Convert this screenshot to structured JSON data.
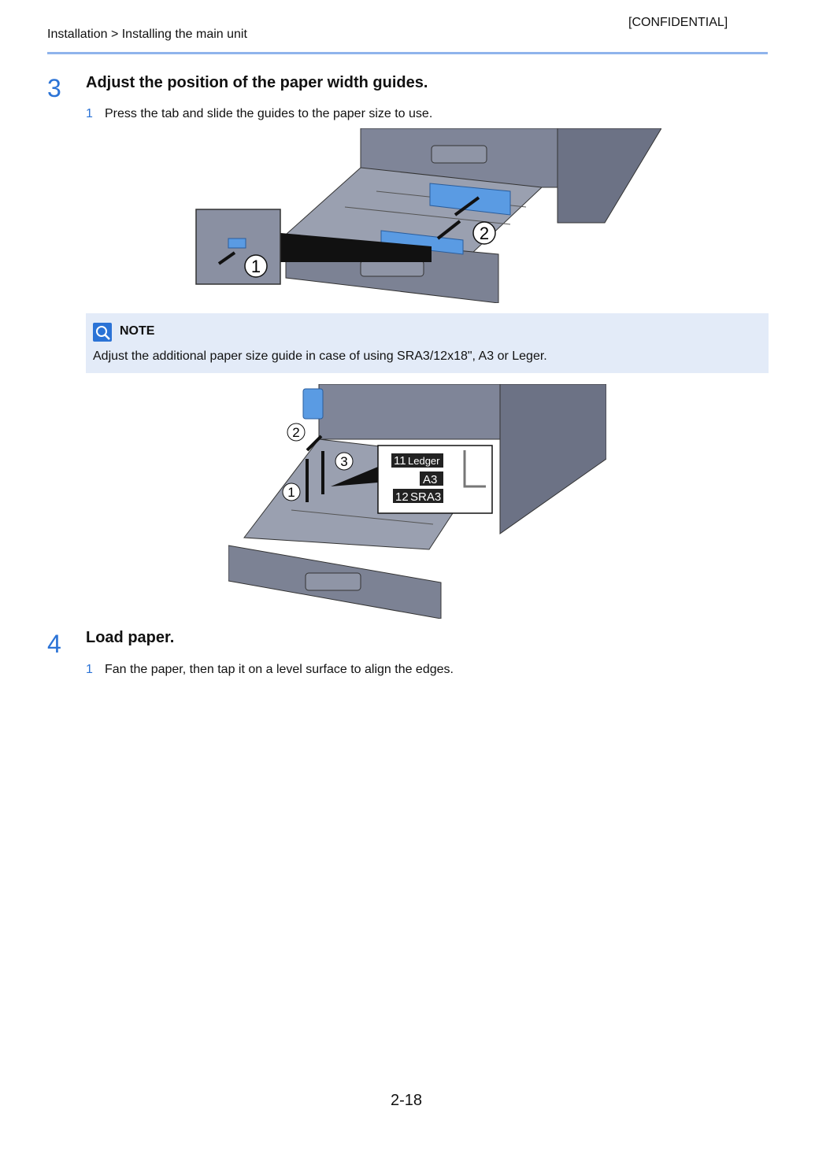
{
  "header": {
    "confidential": "[CONFIDENTIAL]",
    "breadcrumb": "Installation > Installing the main unit"
  },
  "step3": {
    "number": "3",
    "title": "Adjust the position of the paper width guides.",
    "substep_number": "1",
    "substep_text": "Press the tab and slide the guides to the paper size to use.",
    "figure1_callouts": [
      "1",
      "2"
    ]
  },
  "note": {
    "icon": "note-icon",
    "title": "NOTE",
    "text": "Adjust the additional paper size guide in case of using SRA3/12x18\", A3 or Leger."
  },
  "figure2": {
    "callouts": [
      "1",
      "2",
      "3"
    ],
    "label_ledger_num": "11",
    "label_ledger": "Ledger",
    "label_a3": "A3",
    "label_sra3_num": "12",
    "label_sra3": "SRA3"
  },
  "step4": {
    "number": "4",
    "title": "Load paper.",
    "substep_number": "1",
    "substep_text": "Fan the paper, then tap it on a level surface to align the edges."
  },
  "footer": {
    "page_number": "2-18"
  },
  "colors": {
    "accent": "#2b73d6",
    "rule": "#8fb4ec",
    "note_bg": "#e3ebf8",
    "tray": "#7c8294",
    "guide": "#5a9be3"
  }
}
